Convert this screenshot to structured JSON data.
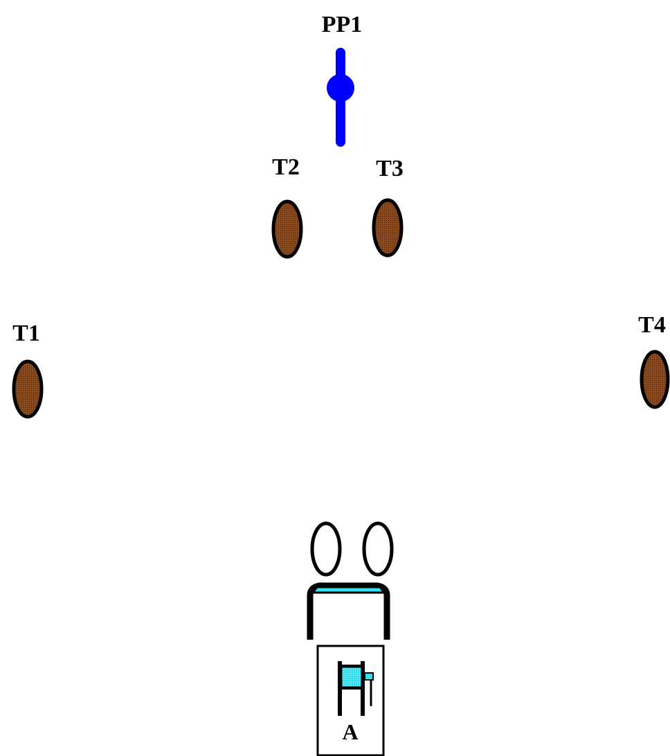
{
  "diagram": {
    "marker": {
      "label": "PP1",
      "color": "#0000ff"
    },
    "targets": [
      {
        "id": "T1",
        "label": "T1"
      },
      {
        "id": "T2",
        "label": "T2"
      },
      {
        "id": "T3",
        "label": "T3"
      },
      {
        "id": "T4",
        "label": "T4"
      }
    ],
    "target_colors": {
      "fill": "#7a3e14",
      "outline": "#000000"
    },
    "vehicle": {
      "label": "A",
      "accent_color": "#33e0f0"
    }
  }
}
